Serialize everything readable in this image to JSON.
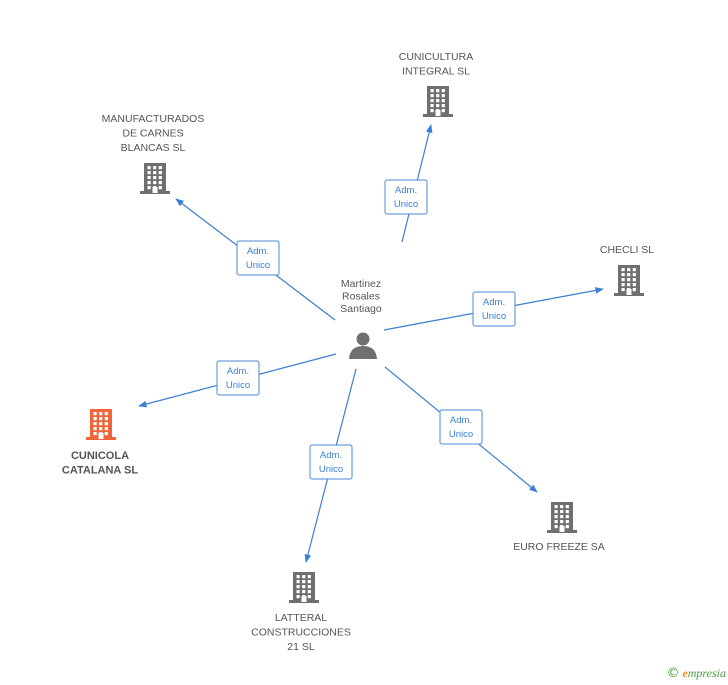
{
  "person": {
    "name_lines": [
      "Martinez",
      "Rosales",
      "Santiago"
    ],
    "icon": "person-icon"
  },
  "relation_label_lines": [
    "Adm.",
    "Unico"
  ],
  "companies": [
    {
      "id": "cunicultura",
      "name_lines": [
        "CUNICULTURA",
        "INTEGRAL SL"
      ],
      "highlight": false
    },
    {
      "id": "manufacturados",
      "name_lines": [
        "MANUFACTURADOS",
        "DE CARNES",
        "BLANCAS SL"
      ],
      "highlight": false
    },
    {
      "id": "checli",
      "name_lines": [
        "CHECLI SL"
      ],
      "highlight": false
    },
    {
      "id": "cunicola",
      "name_lines": [
        "CUNICOLA",
        "CATALANA SL"
      ],
      "highlight": true
    },
    {
      "id": "eurofreeze",
      "name_lines": [
        "EURO FREEZE SA"
      ],
      "highlight": false
    },
    {
      "id": "latteral",
      "name_lines": [
        "LATTERAL",
        "CONSTRUCCIONES",
        "21 SL"
      ],
      "highlight": false
    }
  ],
  "colors": {
    "edge": "#3a7fd5",
    "building": "#6f6f6f",
    "building_highlight": "#f0653a",
    "person": "#6f6f6f"
  },
  "footer": {
    "copyright": "©",
    "brand_first": "e",
    "brand_rest": "mpresia"
  }
}
